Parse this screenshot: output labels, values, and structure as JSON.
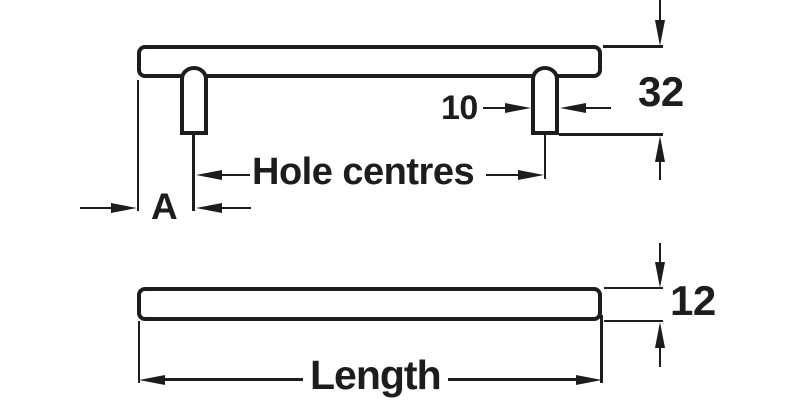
{
  "colors": {
    "line": "#1d1d1b",
    "background": "#ffffff"
  },
  "top_view": {
    "projection_dim": "32",
    "post_width_dim": "10",
    "hole_centres_label": "Hole centres",
    "end_to_hole_label": "A"
  },
  "side_view": {
    "thickness_dim": "12",
    "length_label": "Length"
  }
}
